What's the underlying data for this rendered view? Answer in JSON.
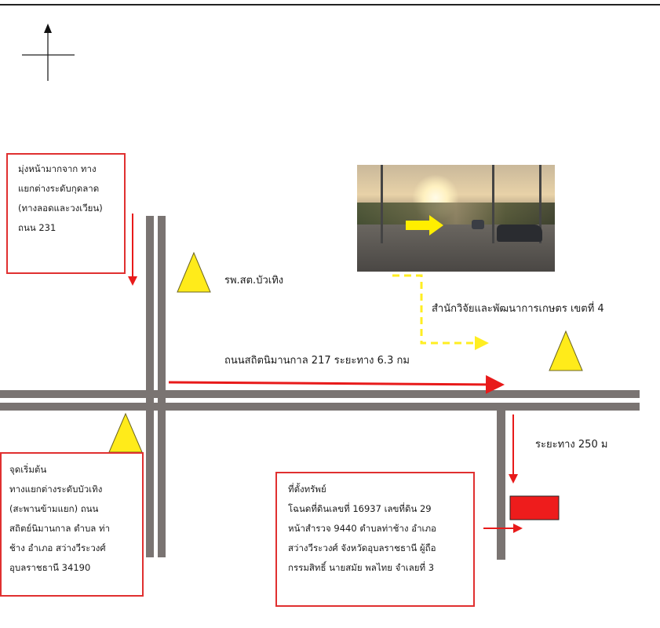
{
  "colors": {
    "road": "#7a7472",
    "arrow_red": "#e81a1a",
    "box_border": "#e03030",
    "triangle_fill": "#ffeb1a",
    "dashed_yellow": "#ffee22",
    "property_marker": "#ee1c1c",
    "photo_arrow": "#ffee00"
  },
  "icons": {
    "north": "north-arrow-icon",
    "landmark": "triangle-landmark-icon",
    "property": "property-rectangle-marker"
  },
  "labels": {
    "hospital": "รพ.สต.บัวเทิง",
    "research_center": "สำนักวิจัยและพัฒนาการเกษตร เขตที่ 4",
    "main_road": "ถนนสถิตนิมานกาล 217 ระยะทาง 6.3 กม",
    "distance_side": "ระยะทาง 250 ม"
  },
  "box_origin": {
    "lines": [
      "มุ่งหน้ามากจาก ทาง",
      "แยกต่างระดับกุดลาด",
      "(ทางลอดและวงเวียน)",
      "ถนน 231"
    ]
  },
  "box_start": {
    "lines": [
      "จุดเริ่มต้น",
      "ทางแยกต่างระดับบัวเทิง",
      "(สะพานข้ามแยก) ถนน",
      "สถิตย์นิมานกาล ตำบล ท่า",
      "ช้าง อำเภอ สว่างวีระวงศ์",
      "อุบลราชธานี 34190"
    ]
  },
  "box_property": {
    "lines": [
      "ที่ตั้งทรัพย์",
      "โฉนดที่ดินเลขที่ 16937 เลขที่ดิน 29",
      "หน้าสำรวจ 9440 ตำบลท่าช้าง อำเภอ",
      "สว่างวีระวงศ์ จังหวัดอุบลราชธานี ผู้ถือ",
      "กรรมสิทธิ์ นายสมัย  พลไทย จำเลยที่ 3"
    ]
  }
}
